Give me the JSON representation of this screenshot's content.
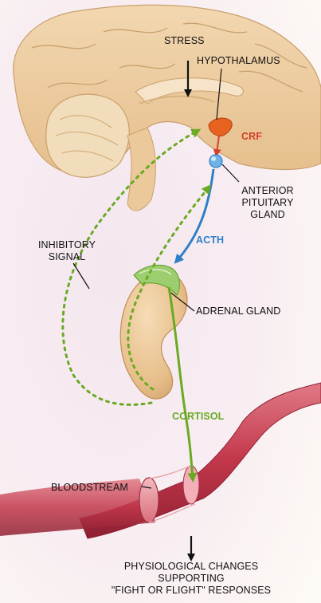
{
  "labels": {
    "stress": "STRESS",
    "hypothalamus": "HYPOTHALAMUS",
    "crf": "CRF",
    "anterior_pituitary": [
      "ANTERIOR",
      "PITUITARY",
      "GLAND"
    ],
    "inhibitory_signal": [
      "INHIBITORY",
      "SIGNAL"
    ],
    "acth": "ACTH",
    "adrenal_gland": "ADRENAL GLAND",
    "cortisol": "CORTISOL",
    "bloodstream": "BLOODSTREAM",
    "physiological_changes": [
      "PHYSIOLOGICAL CHANGES",
      "SUPPORTING",
      "\"FIGHT OR FLIGHT\" RESPONSES"
    ]
  },
  "colors": {
    "crf": "#d2402a",
    "acth": "#2f7fc6",
    "cortisol": "#6aaa23",
    "inhibitory": "#6aaa23",
    "brain": "#ecc99b",
    "adrenal": "#e7c08d",
    "blood_vessel": "#c2374a"
  }
}
